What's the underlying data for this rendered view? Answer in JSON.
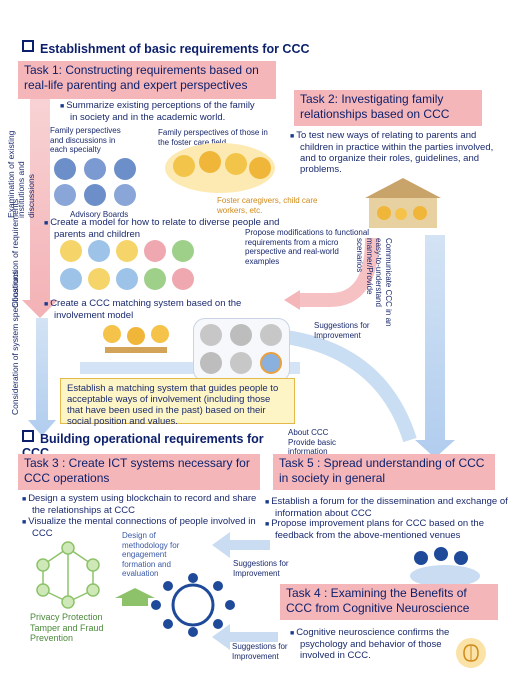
{
  "section1": {
    "title": "Establishment of basic requirements for CCC"
  },
  "section2": {
    "title": "Building operational requirements for CCC"
  },
  "task1": {
    "title": "Task 1: Constructing requirements based on real-life parenting and expert perspectives",
    "bullet1": "Summarize existing perceptions of the family in society and in the academic world.",
    "family_perspectives": "Family perspectives and discussions in each specialty",
    "foster_perspectives": "Family perspectives of those in the foster care field",
    "advisory": "Advisory Boards",
    "foster_caregivers": "Foster caregivers, child care workers, etc.",
    "bullet2": "Create a model for how to relate to diverse people and parents and children",
    "bullet3": "Create a CCC matching system based on the involvement model",
    "matching_box": "Establish a matching system that guides people to acceptable ways of involvement (including those that have been used in the past) based on their social position and values."
  },
  "task2": {
    "title": "Task 2: Investigating family relationships based on CCC",
    "bullet1": "To test new ways of relating to parents and children in practice within the parties involved, and to organize their roles, guidelines, and problems."
  },
  "side_labels": {
    "examination": "Examination of existing institutions and discussions",
    "construction": "Construction of requirements",
    "consideration": "Consideration of system specifications"
  },
  "arrow_labels": {
    "propose": "Propose modifications to functional requirements from a micro perspective and real-world examples",
    "communicate": "Communicate CCC in an easy-to-understand manner/Provide scenarios",
    "suggestions1": "Suggestions for Improvement",
    "about_ccc": "About CCC Provide basic information",
    "suggestions2": "Suggestions for Improvement",
    "suggestions3": "Suggestions for Improvement"
  },
  "task3": {
    "title": "Task 3 : Create ICT systems necessary for CCC operations",
    "bullet1": "Design a system using blockchain to record and share the relationships at CCC",
    "bullet2": "Visualize the mental connections of people involved in CCC",
    "design_methodology": "Design of methodology for engagement formation and evaluation",
    "privacy": "Privacy Protection Tamper and Fraud Prevention"
  },
  "task5": {
    "title": "Task 5 : Spread understanding of CCC in society in general",
    "bullet1": "Establish a forum for the dissemination and exchange of information about CCC",
    "bullet2": "Propose improvement plans for CCC based on the feedback from the above-mentioned venues"
  },
  "task4": {
    "title": "Task 4 : Examining the Benefits of CCC from Cognitive Neuroscience",
    "bullet1": "Cognitive neuroscience confirms the psychology and behavior of those involved in CCC."
  }
}
